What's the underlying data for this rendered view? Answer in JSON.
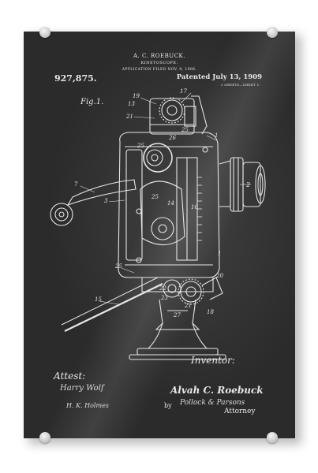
{
  "patent": {
    "inventor_header": "A. C. ROEBUCK.",
    "title": "KINETOSCOPE.",
    "filed": "APPLICATION FILED NOV. 8, 1906.",
    "number": "927,875.",
    "date": "Patented July 13, 1909",
    "sheets": "3 SHEETS—SHEET 1.",
    "figure_label": "Fig.1."
  },
  "callouts": [
    "19",
    "17",
    "13",
    "21",
    "25",
    "26",
    "25",
    "1",
    "7",
    "25",
    "3",
    "14",
    "16",
    "2",
    "1",
    "25",
    "20",
    "22",
    "23",
    "21",
    "15",
    "27",
    "18"
  ],
  "signatures": {
    "attest_label": "Attest:",
    "witness_1": "Harry Wolf",
    "witness_2": "H. K. Holmes",
    "inventor_label": "Inventor:",
    "inventor_name": "Alvah C. Roebuck",
    "by_label": "by",
    "attorney_sig": "Pollock & Parsons",
    "attorney_label": "Attorney"
  },
  "colors": {
    "chalkboard": "#2b2b2b",
    "ink": "#e8e8e8",
    "pin": "#d0d0d0"
  }
}
